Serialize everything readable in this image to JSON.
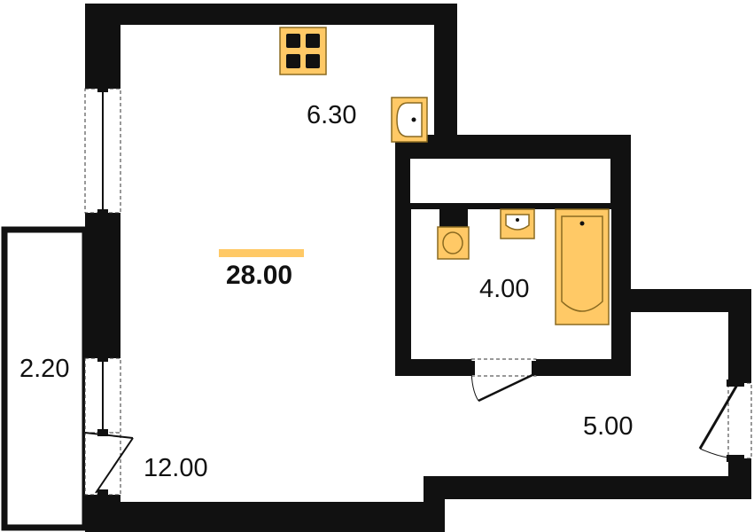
{
  "floorplan": {
    "total_area": "28.00",
    "rooms": [
      {
        "id": "kitchen",
        "area": "6.30"
      },
      {
        "id": "bathroom",
        "area": "4.00"
      },
      {
        "id": "hallway",
        "area": "5.00"
      },
      {
        "id": "living-room",
        "area": "12.00"
      },
      {
        "id": "balcony",
        "area": "2.20"
      }
    ]
  },
  "colors": {
    "wall": "#111111",
    "fixture": "#FFC966",
    "fixture_outline": "#8a6a20",
    "total_underline": "#FFC966"
  }
}
